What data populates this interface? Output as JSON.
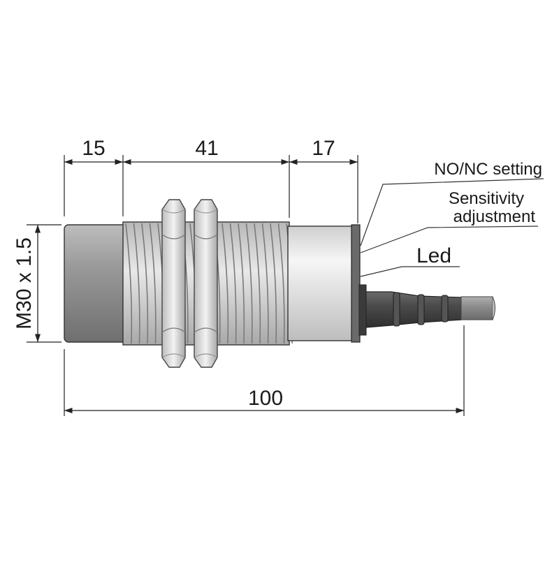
{
  "dimensions": {
    "face_length": "15",
    "thread_length": "41",
    "rear_length": "17",
    "total_length": "100",
    "thread_spec": "M30 x 1.5"
  },
  "callouts": {
    "no_nc_setting": "NO/NC setting",
    "sensitivity_line1": "Sensitivity",
    "sensitivity_line2": "adjustment",
    "led": "Led"
  },
  "colors": {
    "body_gray": "#8c8c8c",
    "thread_gray": "#cfcfcf",
    "rear_silver": "#e4e4e4",
    "cable_dark": "#4a4a4a",
    "cable_gray": "#9a9a9a",
    "line": "#222222"
  }
}
